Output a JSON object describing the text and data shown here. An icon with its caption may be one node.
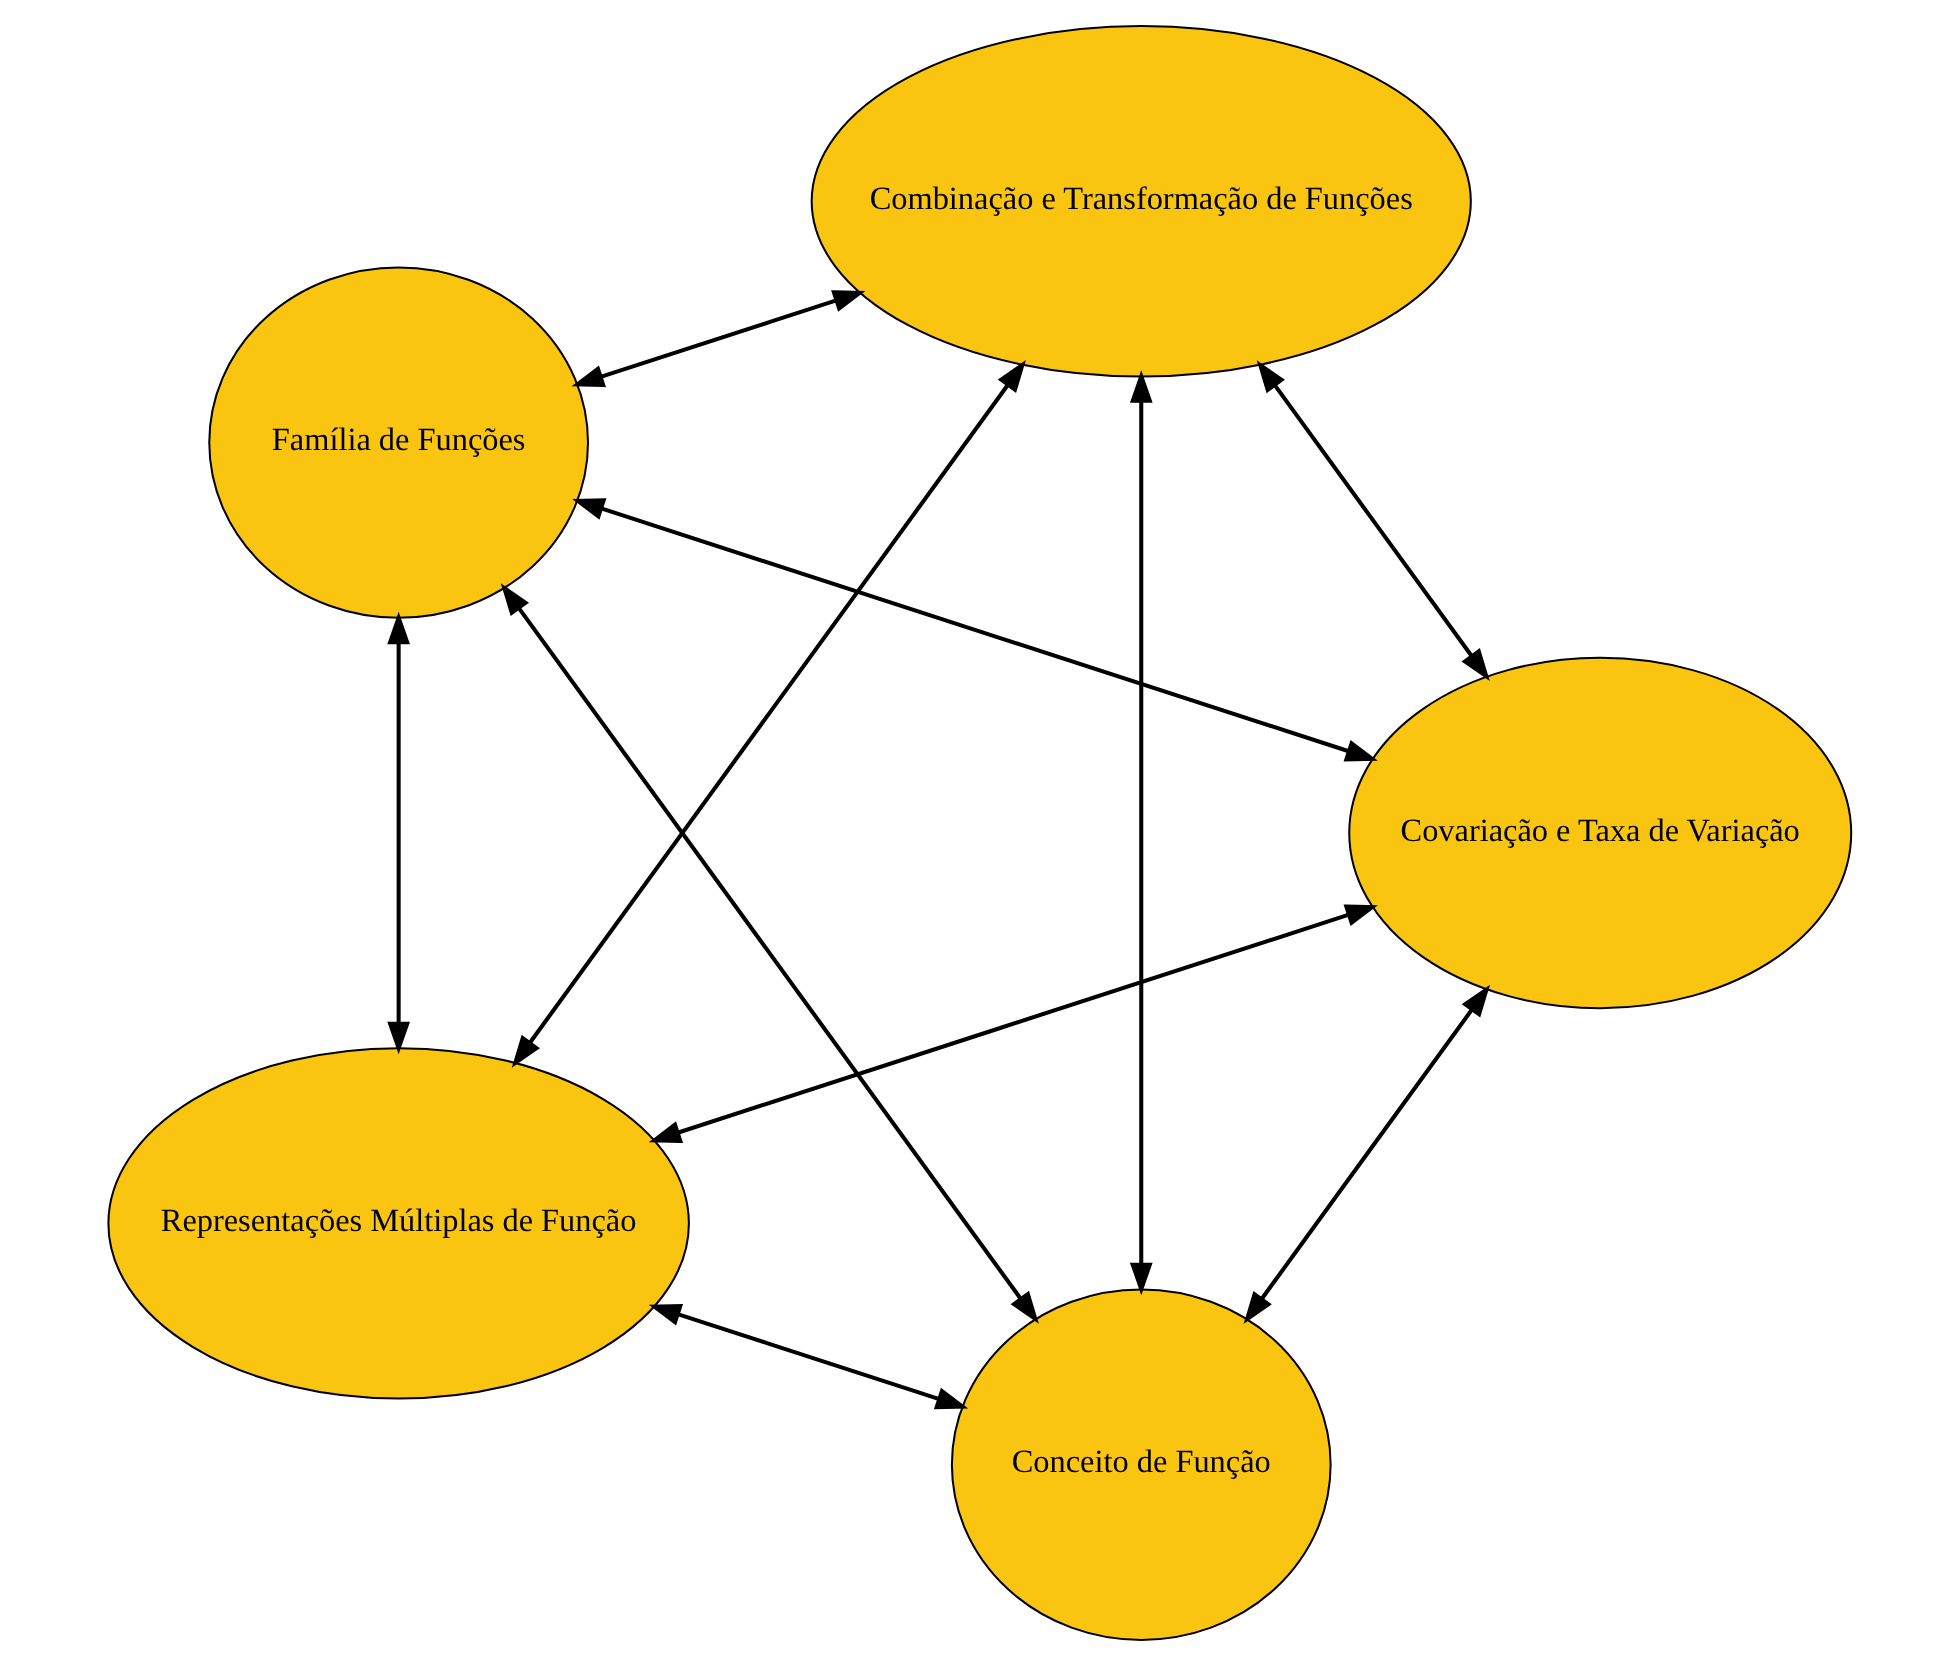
{
  "diagram": {
    "nodes": [
      {
        "text": [
          "Conceito de Função"
        ]
      },
      {
        "text": [
          "Covariação e Taxa de Variação"
        ]
      },
      {
        "text": [
          "Família de Funções"
        ]
      },
      {
        "text": [
          "Combinação e Transformação de Funções"
        ]
      },
      {
        "text": [
          "Representações Múltiplas de Função"
        ]
      }
    ],
    "edges": [
      {
        "from": 0,
        "to": 1,
        "arrow": "both"
      },
      {
        "from": 0,
        "to": 2,
        "arrow": "both"
      },
      {
        "from": 1,
        "to": 3,
        "arrow": "both"
      },
      {
        "from": 2,
        "to": 4,
        "arrow": "both"
      },
      {
        "from": 3,
        "to": 4,
        "arrow": "both"
      },
      {
        "from": 1,
        "to": 2,
        "arrow": "both"
      },
      {
        "from": 0,
        "to": 3,
        "arrow": "both"
      },
      {
        "from": 0,
        "to": 4,
        "arrow": "both"
      },
      {
        "from": 1,
        "to": 4,
        "arrow": "both"
      },
      {
        "from": 2,
        "to": 3,
        "arrow": "both"
      }
    ]
  }
}
